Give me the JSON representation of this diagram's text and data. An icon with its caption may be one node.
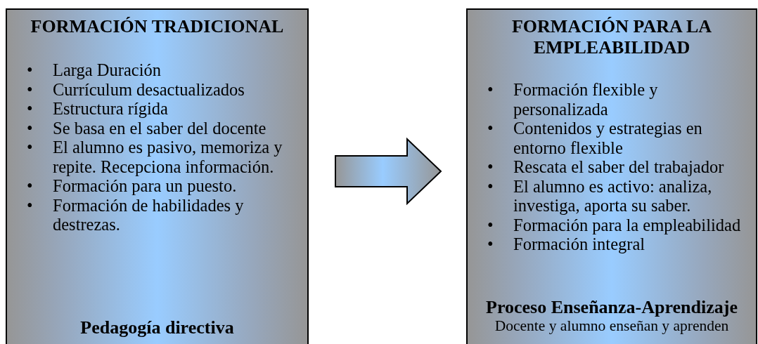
{
  "diagram": {
    "nodes": [
      {
        "text": [
          "FORMACIÓN TRADICIONAL",
          "Larga Duración",
          "Currículum desactualizados",
          "Estructura rígida",
          "Se basa en el saber del docente",
          "El alumno es pasivo, memoriza y repite. Recepciona información.",
          "Formación para un puesto.",
          "Formación de habilidades y destrezas.",
          "Pedagogía directiva"
        ]
      },
      {
        "text": [
          "FORMACIÓN PARA LA EMPLEABILIDAD",
          "Formación flexible y personalizada",
          "Contenidos y estrategias en entorno flexible",
          "Rescata el saber del trabajador",
          "El alumno es activo: analiza, investiga, aporta su saber.",
          "Formación para la empleabilidad",
          "Formación integral",
          "Proceso Enseñanza-Aprendizaje",
          "Docente y alumno enseñan y aprenden"
        ]
      }
    ],
    "labels": [
      "•",
      "•",
      "•",
      "•",
      "•",
      "•",
      "•",
      "•",
      "•",
      "•",
      "•",
      "•",
      "•"
    ],
    "edges": [
      {
        "from": 0,
        "to": 1,
        "arrow": "to"
      }
    ]
  }
}
